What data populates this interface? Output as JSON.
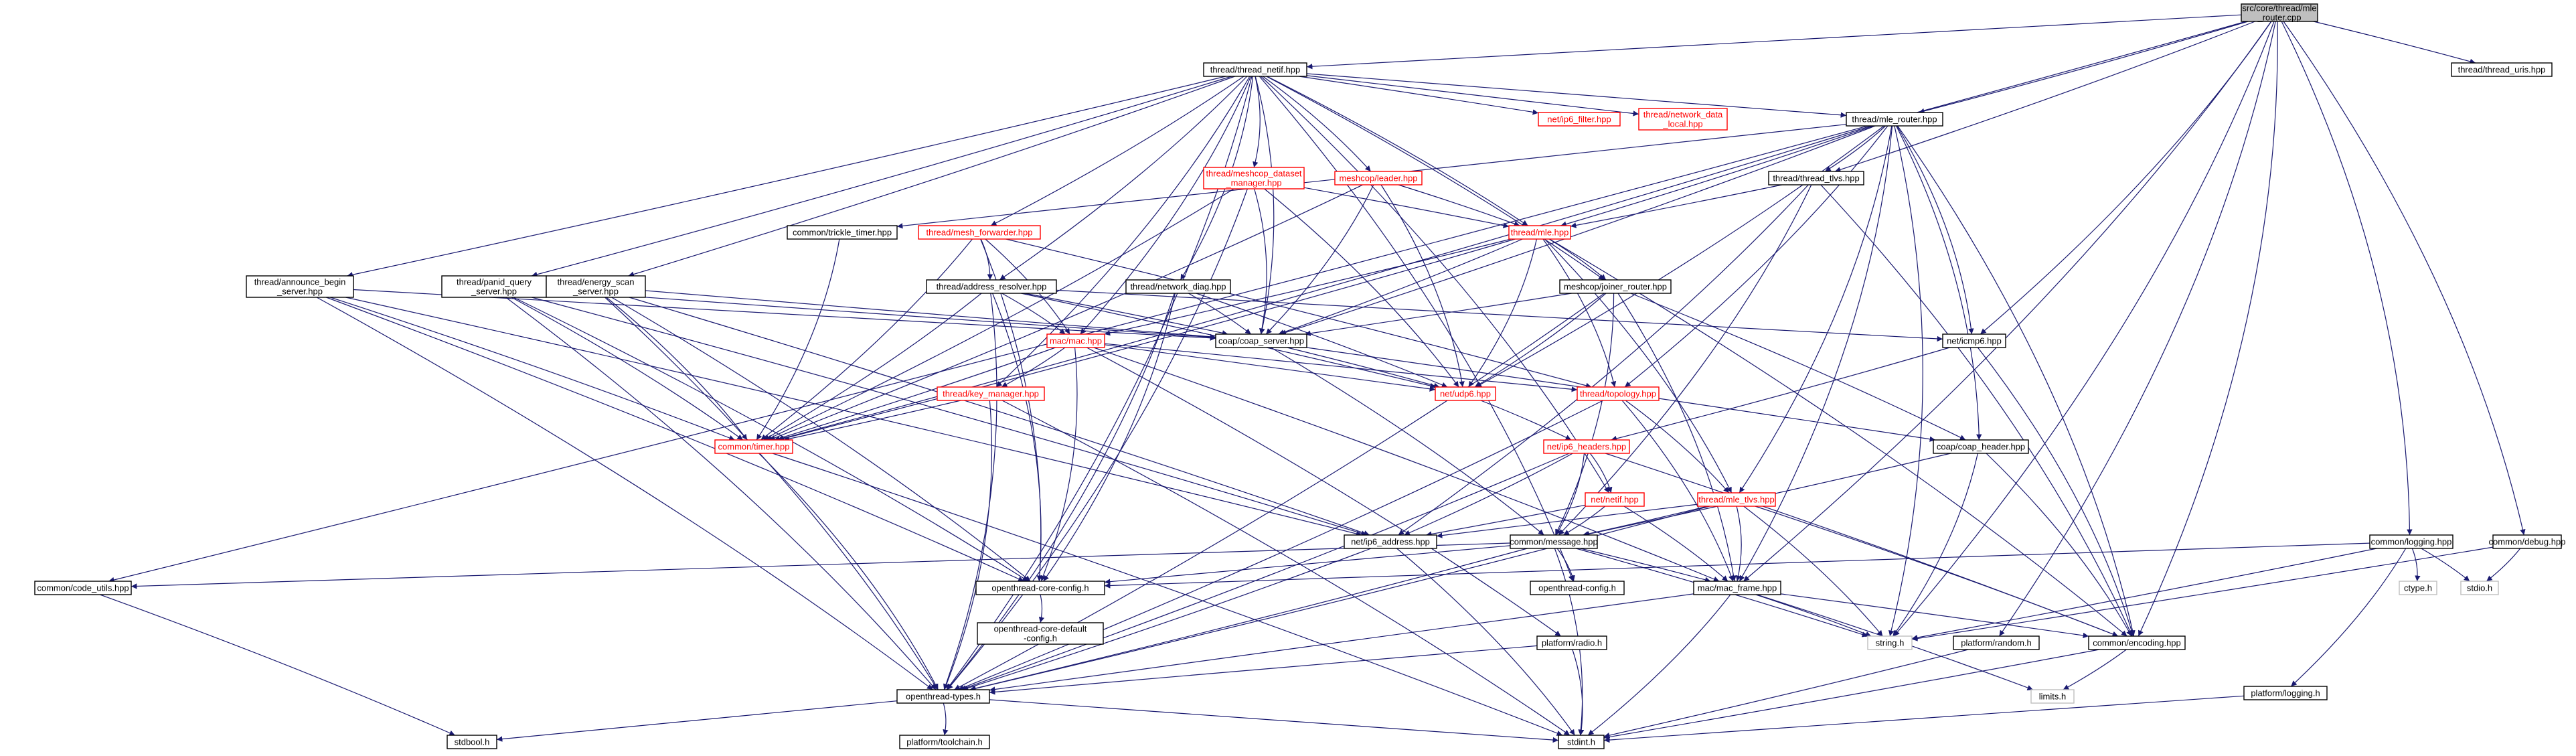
{
  "graph": {
    "title": "src/core/thread/mle_router.cpp",
    "colors": {
      "edge": "#191970",
      "normal_border": "#000000",
      "red_border": "#ff0000",
      "gray_border": "#bfbfbf",
      "root_fill": "#bfbfbf",
      "text": "#000000"
    },
    "nodes": [
      {
        "id": "root",
        "lines": [
          "src/core/thread/mle",
          "_router.cpp"
        ],
        "style": "root"
      },
      {
        "id": "netif",
        "lines": [
          "thread/thread_netif.hpp"
        ],
        "style": "normal"
      },
      {
        "id": "uris",
        "lines": [
          "thread/thread_uris.hpp"
        ],
        "style": "normal"
      },
      {
        "id": "ip6filter",
        "lines": [
          "net/ip6_filter.hpp"
        ],
        "style": "red"
      },
      {
        "id": "netdatalocal",
        "lines": [
          "thread/network_data",
          "_local.hpp"
        ],
        "style": "red"
      },
      {
        "id": "mlerouter",
        "lines": [
          "thread/mle_router.hpp"
        ],
        "style": "normal"
      },
      {
        "id": "meshcopds",
        "lines": [
          "thread/meshcop_dataset",
          "_manager.hpp"
        ],
        "style": "red"
      },
      {
        "id": "leader",
        "lines": [
          "meshcop/leader.hpp"
        ],
        "style": "red"
      },
      {
        "id": "threadtlvs",
        "lines": [
          "thread/thread_tlvs.hpp"
        ],
        "style": "normal"
      },
      {
        "id": "trickle",
        "lines": [
          "common/trickle_timer.hpp"
        ],
        "style": "normal"
      },
      {
        "id": "meshfwd",
        "lines": [
          "thread/mesh_forwarder.hpp"
        ],
        "style": "red"
      },
      {
        "id": "mle",
        "lines": [
          "thread/mle.hpp"
        ],
        "style": "red"
      },
      {
        "id": "announce",
        "lines": [
          "thread/announce_begin",
          "_server.hpp"
        ],
        "style": "normal"
      },
      {
        "id": "panid",
        "lines": [
          "thread/panid_query",
          "_server.hpp"
        ],
        "style": "normal"
      },
      {
        "id": "energy",
        "lines": [
          "thread/energy_scan",
          "_server.hpp"
        ],
        "style": "normal"
      },
      {
        "id": "addrres",
        "lines": [
          "thread/address_resolver.hpp"
        ],
        "style": "normal"
      },
      {
        "id": "netdiag",
        "lines": [
          "thread/network_diag.hpp"
        ],
        "style": "normal"
      },
      {
        "id": "joiner",
        "lines": [
          "meshcop/joiner_router.hpp"
        ],
        "style": "normal"
      },
      {
        "id": "icmp6",
        "lines": [
          "net/icmp6.hpp"
        ],
        "style": "normal"
      },
      {
        "id": "mac",
        "lines": [
          "mac/mac.hpp"
        ],
        "style": "red"
      },
      {
        "id": "coapserver",
        "lines": [
          "coap/coap_server.hpp"
        ],
        "style": "normal"
      },
      {
        "id": "udp6",
        "lines": [
          "net/udp6.hpp"
        ],
        "style": "red"
      },
      {
        "id": "topology",
        "lines": [
          "thread/topology.hpp"
        ],
        "style": "red"
      },
      {
        "id": "keymgr",
        "lines": [
          "thread/key_manager.hpp"
        ],
        "style": "red"
      },
      {
        "id": "timer",
        "lines": [
          "common/timer.hpp"
        ],
        "style": "red"
      },
      {
        "id": "ip6headers",
        "lines": [
          "net/ip6_headers.hpp"
        ],
        "style": "red"
      },
      {
        "id": "coapheader",
        "lines": [
          "coap/coap_header.hpp"
        ],
        "style": "normal"
      },
      {
        "id": "netnetif",
        "lines": [
          "net/netif.hpp"
        ],
        "style": "red"
      },
      {
        "id": "mletlvs",
        "lines": [
          "thread/mle_tlvs.hpp"
        ],
        "style": "red"
      },
      {
        "id": "ip6addr",
        "lines": [
          "net/ip6_address.hpp"
        ],
        "style": "normal"
      },
      {
        "id": "message",
        "lines": [
          "common/message.hpp"
        ],
        "style": "normal"
      },
      {
        "id": "logging",
        "lines": [
          "common/logging.hpp"
        ],
        "style": "normal"
      },
      {
        "id": "debug",
        "lines": [
          "common/debug.hpp"
        ],
        "style": "normal"
      },
      {
        "id": "codeutils",
        "lines": [
          "common/code_utils.hpp"
        ],
        "style": "normal"
      },
      {
        "id": "coreconfig",
        "lines": [
          "openthread-core-config.h"
        ],
        "style": "normal"
      },
      {
        "id": "otconfig",
        "lines": [
          "openthread-config.h"
        ],
        "style": "normal"
      },
      {
        "id": "macframe",
        "lines": [
          "mac/mac_frame.hpp"
        ],
        "style": "normal"
      },
      {
        "id": "ctype",
        "lines": [
          "ctype.h"
        ],
        "style": "gray"
      },
      {
        "id": "stdio",
        "lines": [
          "stdio.h"
        ],
        "style": "gray"
      },
      {
        "id": "coredefault",
        "lines": [
          "openthread-core-default",
          "-config.h"
        ],
        "style": "normal"
      },
      {
        "id": "radio",
        "lines": [
          "platform/radio.h"
        ],
        "style": "normal"
      },
      {
        "id": "stringh",
        "lines": [
          "string.h"
        ],
        "style": "gray"
      },
      {
        "id": "random",
        "lines": [
          "platform/random.h"
        ],
        "style": "normal"
      },
      {
        "id": "encoding",
        "lines": [
          "common/encoding.hpp"
        ],
        "style": "normal"
      },
      {
        "id": "platlogging",
        "lines": [
          "platform/logging.h"
        ],
        "style": "normal"
      },
      {
        "id": "types",
        "lines": [
          "openthread-types.h"
        ],
        "style": "normal"
      },
      {
        "id": "limits",
        "lines": [
          "limits.h"
        ],
        "style": "gray"
      },
      {
        "id": "stdbool",
        "lines": [
          "stdbool.h"
        ],
        "style": "normal"
      },
      {
        "id": "toolchain",
        "lines": [
          "platform/toolchain.h"
        ],
        "style": "normal"
      },
      {
        "id": "stdint",
        "lines": [
          "stdint.h"
        ],
        "style": "normal"
      }
    ],
    "edges": [
      [
        "root",
        "netif"
      ],
      [
        "root",
        "uris"
      ],
      [
        "root",
        "mlerouter"
      ],
      [
        "root",
        "threadtlvs"
      ],
      [
        "root",
        "icmp6"
      ],
      [
        "root",
        "codeutils"
      ],
      [
        "root",
        "logging"
      ],
      [
        "root",
        "debug"
      ],
      [
        "root",
        "macframe"
      ],
      [
        "root",
        "random"
      ],
      [
        "root",
        "encoding"
      ],
      [
        "root",
        "stringh"
      ],
      [
        "netif",
        "ip6filter"
      ],
      [
        "netif",
        "netdatalocal"
      ],
      [
        "netif",
        "mlerouter"
      ],
      [
        "netif",
        "meshcopds"
      ],
      [
        "netif",
        "leader"
      ],
      [
        "netif",
        "meshfwd"
      ],
      [
        "netif",
        "mle"
      ],
      [
        "netif",
        "announce"
      ],
      [
        "netif",
        "panid"
      ],
      [
        "netif",
        "energy"
      ],
      [
        "netif",
        "addrres"
      ],
      [
        "netif",
        "netdiag"
      ],
      [
        "netif",
        "joiner"
      ],
      [
        "netif",
        "mac"
      ],
      [
        "netif",
        "coapserver"
      ],
      [
        "netif",
        "types"
      ],
      [
        "netif",
        "otconfig"
      ],
      [
        "netif",
        "keymgr"
      ],
      [
        "netif",
        "netnetif"
      ],
      [
        "mlerouter",
        "trickle"
      ],
      [
        "mlerouter",
        "threadtlvs"
      ],
      [
        "mlerouter",
        "mle"
      ],
      [
        "mlerouter",
        "coapserver"
      ],
      [
        "mlerouter",
        "udp6"
      ],
      [
        "mlerouter",
        "icmp6"
      ],
      [
        "mlerouter",
        "coapheader"
      ],
      [
        "mlerouter",
        "mletlvs"
      ],
      [
        "mlerouter",
        "topology"
      ],
      [
        "mlerouter",
        "timer"
      ],
      [
        "mlerouter",
        "stringh"
      ],
      [
        "mlerouter",
        "encoding"
      ],
      [
        "mlerouter",
        "macframe"
      ],
      [
        "meshcopds",
        "mle"
      ],
      [
        "meshcopds",
        "coapserver"
      ],
      [
        "meshcopds",
        "udp6"
      ],
      [
        "meshcopds",
        "timer"
      ],
      [
        "meshcopds",
        "types"
      ],
      [
        "leader",
        "mle"
      ],
      [
        "leader",
        "coapserver"
      ],
      [
        "leader",
        "udp6"
      ],
      [
        "leader",
        "timer"
      ],
      [
        "threadtlvs",
        "mle"
      ],
      [
        "threadtlvs",
        "message"
      ],
      [
        "threadtlvs",
        "ip6addr"
      ],
      [
        "threadtlvs",
        "encoding"
      ],
      [
        "trickle",
        "timer"
      ],
      [
        "meshfwd",
        "addrres"
      ],
      [
        "meshfwd",
        "mac"
      ],
      [
        "meshfwd",
        "timer"
      ],
      [
        "meshfwd",
        "topology"
      ],
      [
        "meshfwd",
        "coreconfig"
      ],
      [
        "mle",
        "mac"
      ],
      [
        "mle",
        "coapserver"
      ],
      [
        "mle",
        "udp6"
      ],
      [
        "mle",
        "topology"
      ],
      [
        "mle",
        "timer"
      ],
      [
        "mle",
        "mletlvs"
      ],
      [
        "mle",
        "encoding"
      ],
      [
        "mle",
        "joiner"
      ],
      [
        "announce",
        "coapserver"
      ],
      [
        "announce",
        "timer"
      ],
      [
        "announce",
        "ip6addr"
      ],
      [
        "announce",
        "coreconfig"
      ],
      [
        "announce",
        "types"
      ],
      [
        "panid",
        "coapserver"
      ],
      [
        "panid",
        "timer"
      ],
      [
        "panid",
        "ip6addr"
      ],
      [
        "panid",
        "coreconfig"
      ],
      [
        "panid",
        "types"
      ],
      [
        "energy",
        "coapserver"
      ],
      [
        "energy",
        "timer"
      ],
      [
        "energy",
        "ip6addr"
      ],
      [
        "energy",
        "coreconfig"
      ],
      [
        "energy",
        "types"
      ],
      [
        "addrres",
        "coapserver"
      ],
      [
        "addrres",
        "mac"
      ],
      [
        "addrres",
        "udp6"
      ],
      [
        "addrres",
        "timer"
      ],
      [
        "addrres",
        "icmp6"
      ],
      [
        "addrres",
        "types"
      ],
      [
        "addrres",
        "coreconfig"
      ],
      [
        "netdiag",
        "coapserver"
      ],
      [
        "netdiag",
        "udp6"
      ],
      [
        "netdiag",
        "coreconfig"
      ],
      [
        "netdiag",
        "types"
      ],
      [
        "joiner",
        "coapserver"
      ],
      [
        "joiner",
        "udp6"
      ],
      [
        "joiner",
        "coapheader"
      ],
      [
        "joiner",
        "message"
      ],
      [
        "joiner",
        "macframe"
      ],
      [
        "joiner",
        "types"
      ],
      [
        "icmp6",
        "ip6headers"
      ],
      [
        "icmp6",
        "encoding"
      ],
      [
        "mac",
        "keymgr"
      ],
      [
        "mac",
        "topology"
      ],
      [
        "mac",
        "timer"
      ],
      [
        "mac",
        "macframe"
      ],
      [
        "mac",
        "radio"
      ],
      [
        "mac",
        "coreconfig"
      ],
      [
        "mac",
        "udp6"
      ],
      [
        "coapserver",
        "udp6"
      ],
      [
        "coapserver",
        "coapheader"
      ],
      [
        "coapserver",
        "message"
      ],
      [
        "udp6",
        "ip6headers"
      ],
      [
        "topology",
        "mletlvs"
      ],
      [
        "topology",
        "macframe"
      ],
      [
        "topology",
        "types"
      ],
      [
        "keymgr",
        "timer"
      ],
      [
        "keymgr",
        "types"
      ],
      [
        "keymgr",
        "stdint"
      ],
      [
        "timer",
        "types"
      ],
      [
        "timer",
        "stdint"
      ],
      [
        "ip6headers",
        "netnetif"
      ],
      [
        "ip6headers",
        "message"
      ],
      [
        "ip6headers",
        "ip6addr"
      ],
      [
        "ip6headers",
        "encoding"
      ],
      [
        "ip6headers",
        "types"
      ],
      [
        "coapheader",
        "message"
      ],
      [
        "coapheader",
        "encoding"
      ],
      [
        "coapheader",
        "stringh"
      ],
      [
        "netnetif",
        "message"
      ],
      [
        "netnetif",
        "ip6addr"
      ],
      [
        "netnetif",
        "macframe"
      ],
      [
        "mletlvs",
        "message"
      ],
      [
        "mletlvs",
        "ip6addr"
      ],
      [
        "mletlvs",
        "macframe"
      ],
      [
        "mletlvs",
        "stringh"
      ],
      [
        "mletlvs",
        "encoding"
      ],
      [
        "mletlvs",
        "types"
      ],
      [
        "ip6addr",
        "types"
      ],
      [
        "ip6addr",
        "stdint"
      ],
      [
        "message",
        "codeutils"
      ],
      [
        "message",
        "coreconfig"
      ],
      [
        "message",
        "otconfig"
      ],
      [
        "message",
        "macframe"
      ],
      [
        "message",
        "types"
      ],
      [
        "message",
        "stdint"
      ],
      [
        "message",
        "stringh"
      ],
      [
        "logging",
        "coreconfig"
      ],
      [
        "logging",
        "ctype"
      ],
      [
        "logging",
        "stdio"
      ],
      [
        "logging",
        "stringh"
      ],
      [
        "logging",
        "platlogging"
      ],
      [
        "debug",
        "stdio"
      ],
      [
        "debug",
        "stringh"
      ],
      [
        "codeutils",
        "stdbool"
      ],
      [
        "coreconfig",
        "coredefault"
      ],
      [
        "macframe",
        "stringh"
      ],
      [
        "macframe",
        "limits"
      ],
      [
        "macframe",
        "encoding"
      ],
      [
        "macframe",
        "types"
      ],
      [
        "macframe",
        "stdint"
      ],
      [
        "radio",
        "types"
      ],
      [
        "radio",
        "stdint"
      ],
      [
        "random",
        "stdint"
      ],
      [
        "encoding",
        "limits"
      ],
      [
        "encoding",
        "stdint"
      ],
      [
        "platlogging",
        "stdint"
      ],
      [
        "types",
        "stdbool"
      ],
      [
        "types",
        "toolchain"
      ],
      [
        "types",
        "stdint"
      ]
    ]
  }
}
